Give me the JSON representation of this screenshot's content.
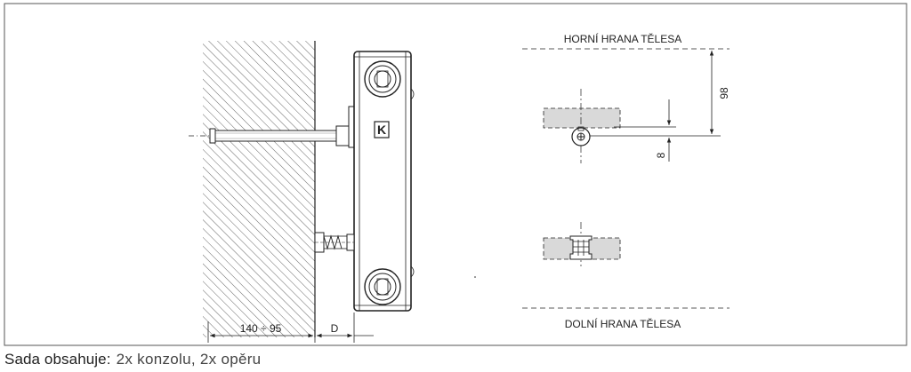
{
  "drawing": {
    "dim_depth_range": "140 ÷ 95",
    "dim_depth_label": "D",
    "brand_mark": "K"
  },
  "detail": {
    "top_edge_label": "HORNÍ HRANA TĚLESA",
    "bottom_edge_label": "DOLNÍ HRANA TĚLESA",
    "dim_98": "98",
    "dim_8": "8"
  },
  "caption": {
    "label": "Sada obsahuje:",
    "value": "2x konzolu, 2x opěru"
  },
  "colors": {
    "line": "#222222",
    "hatch": "#555555",
    "fill_grey": "#d9d9d9",
    "frame": "#555555"
  }
}
